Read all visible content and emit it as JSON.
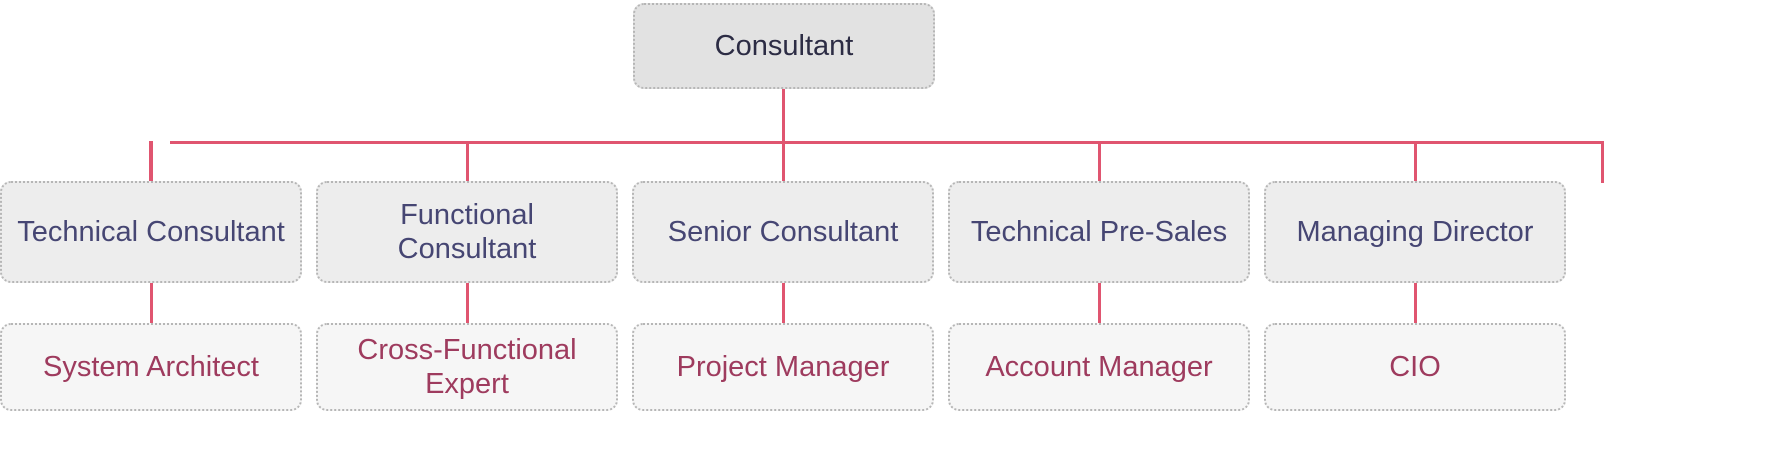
{
  "diagram": {
    "type": "organizational-chart",
    "title": "Consultant career path chart",
    "colors": {
      "connector": "#e05570",
      "root_fill": "#e2e2e2",
      "root_text": "#2c2c44",
      "mid_fill": "#ededed",
      "mid_text": "#464673",
      "leaf_fill": "#f6f6f6",
      "leaf_text": "#9e3b5e",
      "border": "#b6b6b6",
      "background": "#ffffff"
    },
    "root": {
      "label": "Consultant"
    },
    "level2": [
      {
        "label": "Technical Consultant"
      },
      {
        "label": "Functional Consultant"
      },
      {
        "label": "Senior Consultant"
      },
      {
        "label": "Technical Pre-Sales"
      },
      {
        "label": "Managing Director"
      }
    ],
    "level3": [
      {
        "label": "System Architect"
      },
      {
        "label": "Cross-Functional\nExpert"
      },
      {
        "label": "Project Manager"
      },
      {
        "label": "Account Manager"
      },
      {
        "label": "CIO"
      }
    ]
  }
}
